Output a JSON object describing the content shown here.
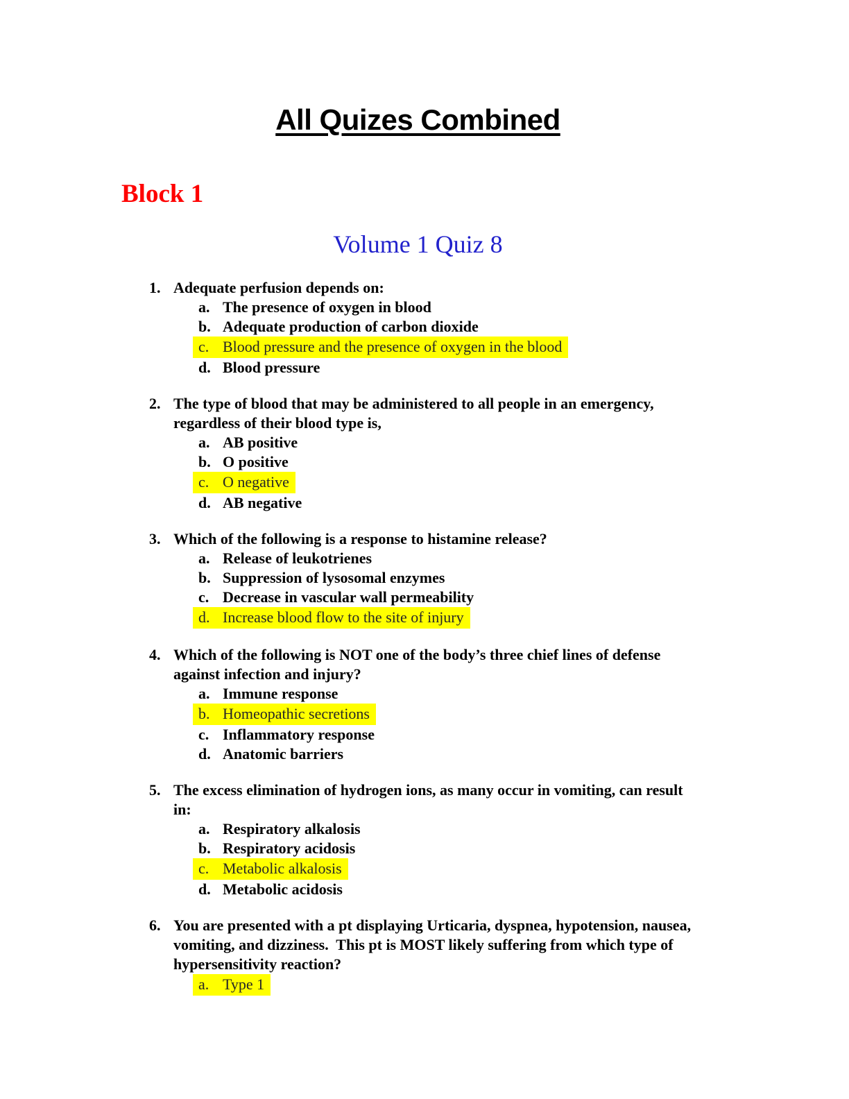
{
  "page": {
    "title": "All Quizes Combined",
    "block_heading": "Block 1",
    "quiz_heading": "Volume 1 Quiz 8"
  },
  "colors": {
    "block_heading": "#ff0000",
    "quiz_heading": "#2222cc",
    "highlight_bg": "#ffff00",
    "highlight_text": "#262626",
    "body_text": "#000000"
  },
  "questions": [
    {
      "number": "1.",
      "lines": [
        "Adequate perfusion depends on:"
      ],
      "options": [
        {
          "letter": "a.",
          "text": "The presence of oxygen in blood",
          "highlighted": false
        },
        {
          "letter": "b.",
          "text": "Adequate production of carbon dioxide",
          "highlighted": false
        },
        {
          "letter": "c.",
          "text": "Blood pressure and the presence of oxygen in the blood",
          "highlighted": true
        },
        {
          "letter": "d.",
          "text": "Blood pressure",
          "highlighted": false
        }
      ]
    },
    {
      "number": "2.",
      "lines": [
        "The type of blood that may be administered to all people in an emergency,",
        "regardless of their blood type is,"
      ],
      "options": [
        {
          "letter": "a.",
          "text": "AB positive",
          "highlighted": false
        },
        {
          "letter": "b.",
          "text": "O positive",
          "highlighted": false
        },
        {
          "letter": "c.",
          "text": "O negative",
          "highlighted": true
        },
        {
          "letter": "d.",
          "text": "AB negative",
          "highlighted": false
        }
      ]
    },
    {
      "number": "3.",
      "lines": [
        "Which of the following is a response to histamine release?"
      ],
      "options": [
        {
          "letter": "a.",
          "text": "Release of leukotrienes",
          "highlighted": false
        },
        {
          "letter": "b.",
          "text": "Suppression of lysosomal enzymes",
          "highlighted": false
        },
        {
          "letter": "c.",
          "text": "Decrease in vascular wall permeability",
          "highlighted": false
        },
        {
          "letter": "d.",
          "text": "Increase blood flow to the site of injury",
          "highlighted": true
        }
      ]
    },
    {
      "number": "4.",
      "lines": [
        "Which of the following is NOT one of the body’s three chief lines of defense",
        "against infection and injury?"
      ],
      "options": [
        {
          "letter": "a.",
          "text": "Immune response",
          "highlighted": false
        },
        {
          "letter": "b.",
          "text": "Homeopathic secretions",
          "highlighted": true
        },
        {
          "letter": "c.",
          "text": "Inflammatory response",
          "highlighted": false
        },
        {
          "letter": "d.",
          "text": "Anatomic barriers",
          "highlighted": false
        }
      ]
    },
    {
      "number": "5.",
      "lines": [
        "The excess elimination of hydrogen ions, as many occur in vomiting, can result",
        "in:"
      ],
      "options": [
        {
          "letter": "a.",
          "text": "Respiratory alkalosis",
          "highlighted": false
        },
        {
          "letter": "b.",
          "text": "Respiratory acidosis",
          "highlighted": false
        },
        {
          "letter": "c.",
          "text": "Metabolic alkalosis",
          "highlighted": true
        },
        {
          "letter": "d.",
          "text": "Metabolic acidosis",
          "highlighted": false
        }
      ]
    },
    {
      "number": "6.",
      "lines": [
        "You are presented with a pt displaying Urticaria, dyspnea, hypotension, nausea,",
        "vomiting, and dizziness.  This pt is MOST likely suffering from which type of",
        "hypersensitivity reaction?"
      ],
      "options": [
        {
          "letter": "a.",
          "text": "Type 1",
          "highlighted": true
        }
      ]
    }
  ]
}
